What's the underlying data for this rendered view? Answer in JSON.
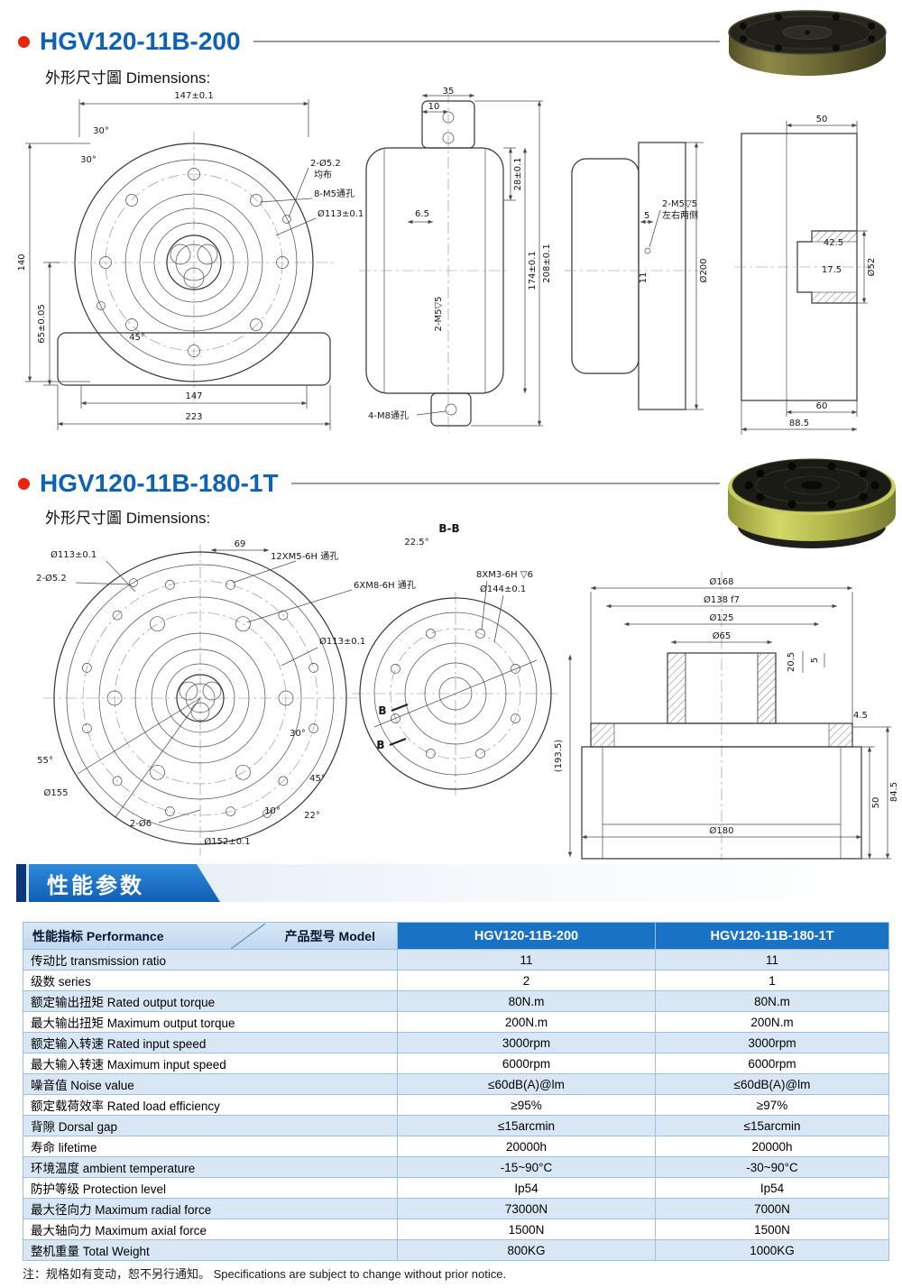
{
  "section1": {
    "title": "HGV120-11B-200",
    "subtitle": "外形尺寸圖 Dimensions:",
    "front": {
      "dim1": "147±0.1",
      "ang1": "30°",
      "ang2": "30°",
      "pins": "2-Ø5.2",
      "pins_note": "均布",
      "tap": "8-M5通孔",
      "bolt_circle": "Ø113±0.1",
      "dim2": "140",
      "dim3": "65±0.05",
      "ang3": "45°",
      "dim4": "147",
      "dim5": "223"
    },
    "side1": {
      "dim1": "35",
      "dim2": "10",
      "dim3": "6.5",
      "dim4": "28±0.1",
      "dim5": "174±0.1",
      "dim6": "208±0.1",
      "tap": "2-M5▽5",
      "tap2": "4-M8通孔"
    },
    "side2": {
      "dim1": "5",
      "tap": "2-M5▽5",
      "tap_note": "左右两侧",
      "dim2": "11",
      "dia": "Ø200"
    },
    "side3": {
      "dim1": "50",
      "dim2": "42.5",
      "dim3": "17.5",
      "dia": "Ø52",
      "dim4": "60",
      "dim5": "88.5"
    }
  },
  "section2": {
    "title": "HGV120-11B-180-1T",
    "subtitle": "外形尺寸圖 Dimensions:",
    "front": {
      "bc1": "Ø113±0.1",
      "pins": "2-Ø5.2",
      "dim1": "69",
      "tap12": "12XM5-6H 通孔",
      "tap6": "6XM8-6H 通孔",
      "bc2": "Ø113±0.1",
      "ang1": "55°",
      "dia1": "Ø155",
      "pins2": "2-Ø6",
      "dia2": "Ø152±0.1",
      "ang2": "30°",
      "ang3": "45°",
      "ang4": "10°",
      "ang5": "22°"
    },
    "bb": {
      "title": "B-B",
      "ang": "22.5°",
      "tap": "8XM3-6H ▽6",
      "dia": "Ø144±0.1",
      "b1": "B",
      "b2": "B"
    },
    "profile": {
      "dia1": "Ø168",
      "dia2": "Ø138 f7",
      "dia3": "Ø125",
      "dia4": "Ø65",
      "dim1": "20.5",
      "dim2": "5",
      "dim3": "4.5",
      "dim4": "84.5",
      "dim5": "50",
      "dim6": "(193.5)",
      "dia5": "Ø180"
    }
  },
  "performance": {
    "banner": "性能参数",
    "header": {
      "col_perf": "性能指标 Performance",
      "col_model": "产品型号 Model",
      "col_m1": "HGV120-11B-200",
      "col_m2": "HGV120-11B-180-1T"
    },
    "rows": [
      {
        "label": "传动比 transmission ratio",
        "m1": "11",
        "m2": "11"
      },
      {
        "label": "级数 series",
        "m1": "2",
        "m2": "1"
      },
      {
        "label": "额定输出扭矩 Rated output torque",
        "m1": "80N.m",
        "m2": "80N.m"
      },
      {
        "label": "最大输出扭矩 Maximum output torque",
        "m1": "200N.m",
        "m2": "200N.m"
      },
      {
        "label": "额定输入转速 Rated input speed",
        "m1": "3000rpm",
        "m2": "3000rpm"
      },
      {
        "label": "最大输入转速 Maximum input speed",
        "m1": "6000rpm",
        "m2": "6000rpm"
      },
      {
        "label": "噪音值 Noise value",
        "m1": "≤60dB(A)@lm",
        "m2": "≤60dB(A)@lm"
      },
      {
        "label": "额定载荷效率 Rated load efficiency",
        "m1": "≥95%",
        "m2": "≥97%"
      },
      {
        "label": "背隙 Dorsal gap",
        "m1": "≤15arcmin",
        "m2": "≤15arcmin"
      },
      {
        "label": "寿命 lifetime",
        "m1": "20000h",
        "m2": "20000h"
      },
      {
        "label": "环境温度 ambient temperature",
        "m1": "-15~90°C",
        "m2": "-30~90°C"
      },
      {
        "label": "防护等级 Protection level",
        "m1": "Ip54",
        "m2": "Ip54"
      },
      {
        "label": "最大径向力 Maximum radial force",
        "m1": "73000N",
        "m2": "7000N"
      },
      {
        "label": "最大轴向力 Maximum axial force",
        "m1": "1500N",
        "m2": "1500N"
      },
      {
        "label": "整机重量 Total Weight",
        "m1": "800KG",
        "m2": "1000KG"
      }
    ]
  },
  "footer": {
    "note": "注：规格如有变动，恕不另行通知。  Specifications are subject to change without prior notice."
  }
}
